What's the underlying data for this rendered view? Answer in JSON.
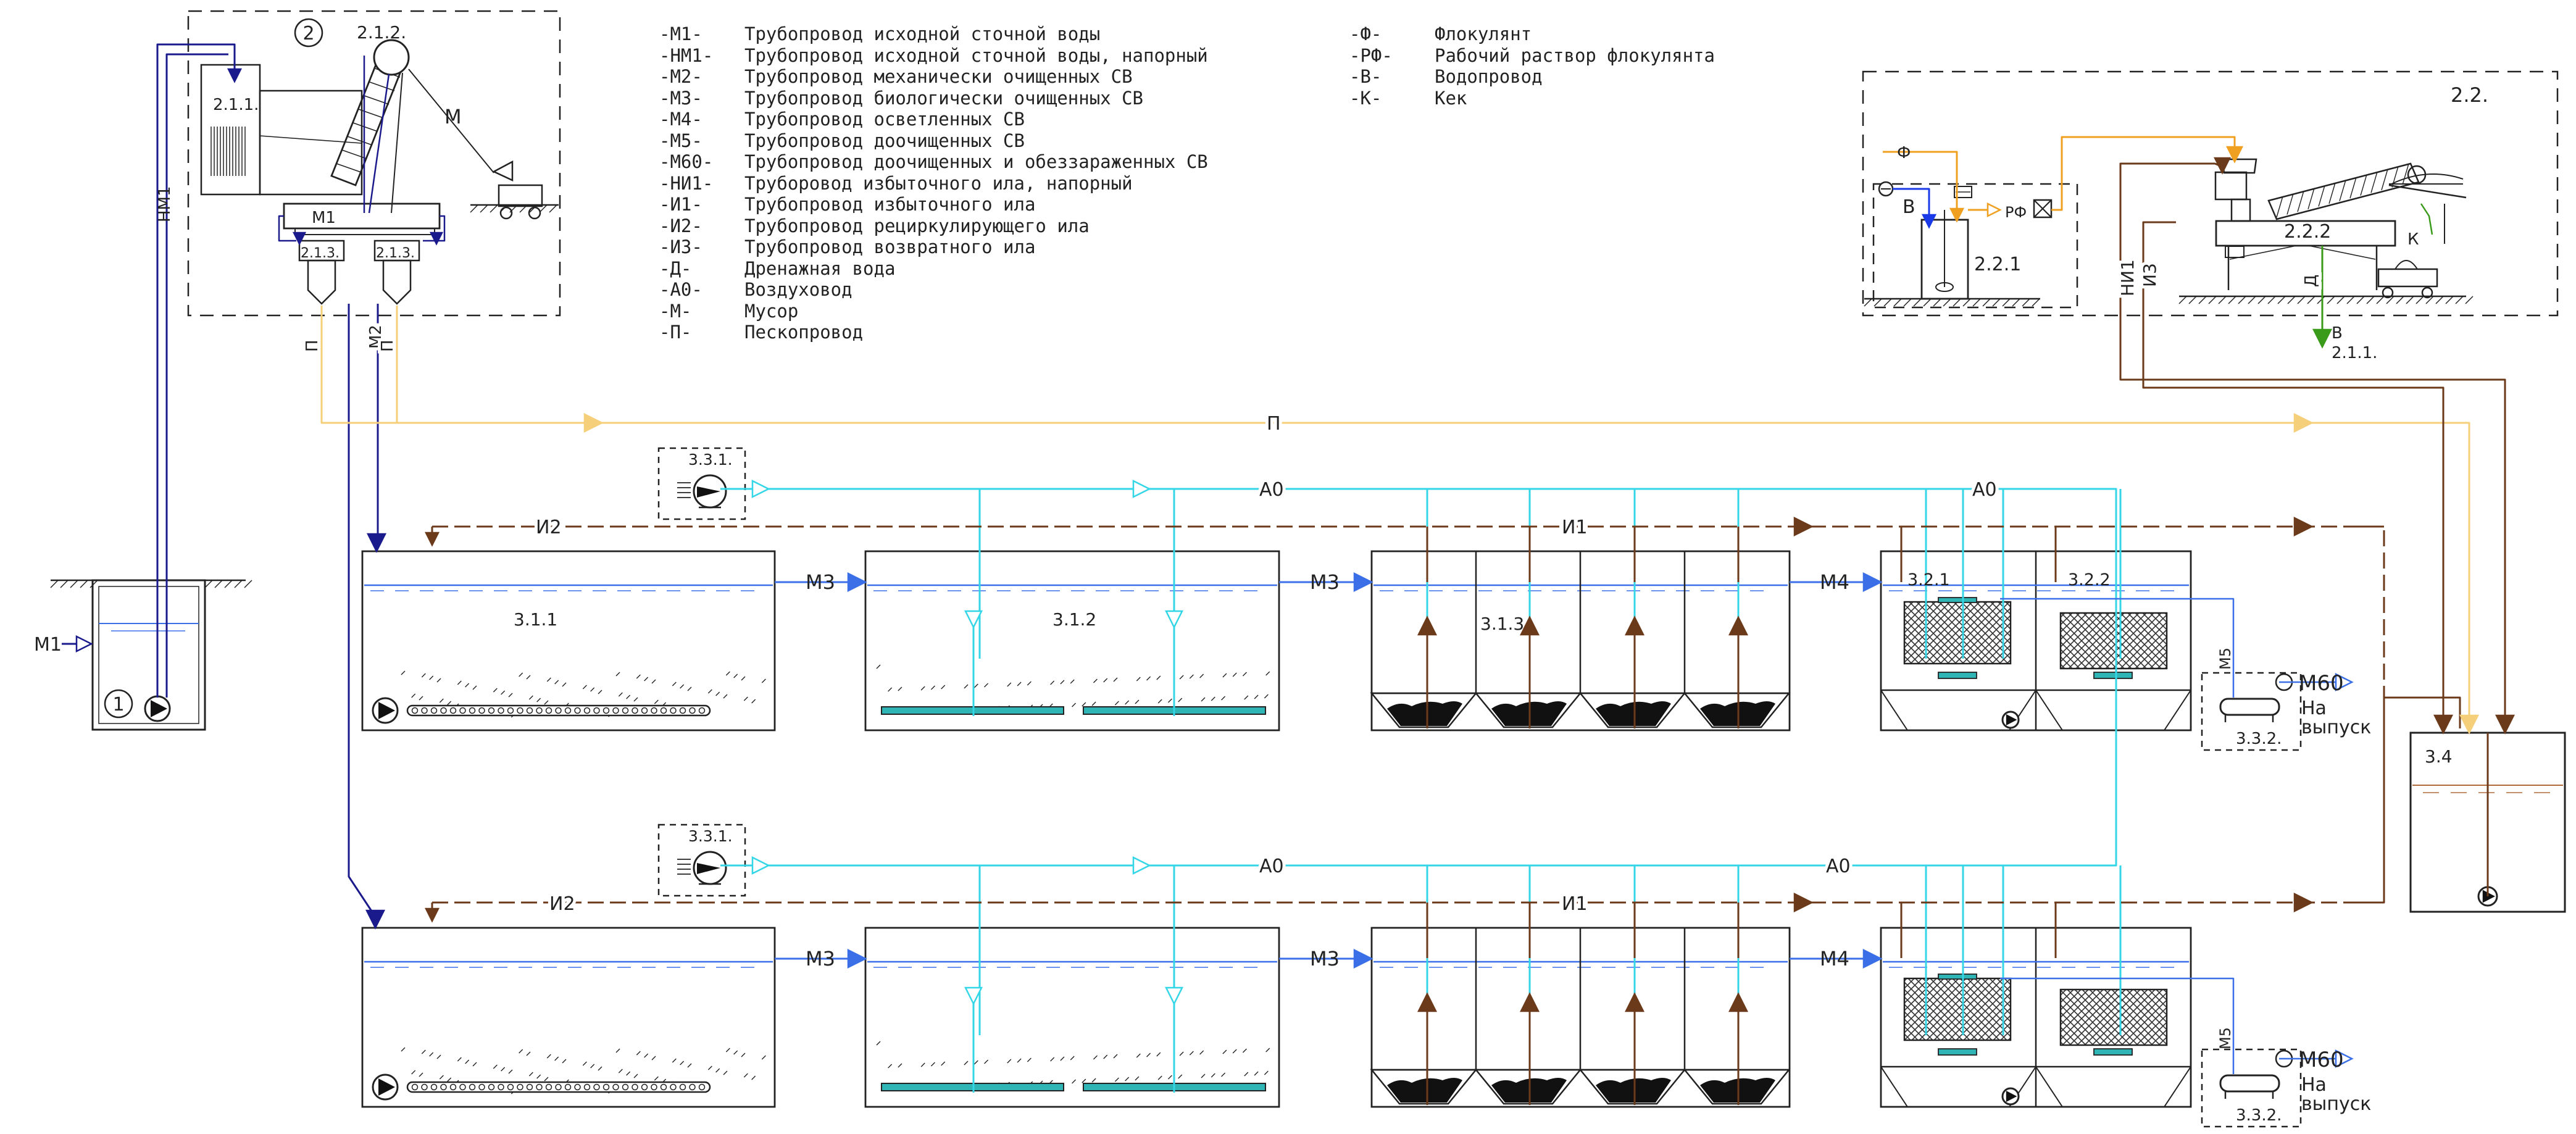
{
  "legend_left": [
    {
      "code": "-М1-",
      "text": "Трубопровод исходной сточной воды"
    },
    {
      "code": "-НМ1-",
      "text": "Трубопровод исходной сточной воды, напорный"
    },
    {
      "code": "-М2-",
      "text": "Трубопровод механически очищенных СВ"
    },
    {
      "code": "-М3-",
      "text": "Трубопровод биологически очищенных СВ"
    },
    {
      "code": "-М4-",
      "text": "Трубопровод осветленных СВ"
    },
    {
      "code": "-М5-",
      "text": "Трубопровод доочищенных СВ"
    },
    {
      "code": "-М60-",
      "text": "Трубопровод доочищенных и обеззараженных СВ"
    },
    {
      "code": "-НИ1-",
      "text": "Труборовод избыточного ила, напорный"
    },
    {
      "code": "-И1-",
      "text": "Трубопровод избыточного ила"
    },
    {
      "code": "-И2-",
      "text": "Трубопровод рециркулирующего ила"
    },
    {
      "code": "-И3-",
      "text": "Трубопровод возвратного ила"
    },
    {
      "code": "-Д-",
      "text": "Дренажная вода"
    },
    {
      "code": "-А0-",
      "text": "Воздуховод"
    },
    {
      "code": "-М-",
      "text": "Мусор"
    },
    {
      "code": "-П-",
      "text": "Пескопровод"
    }
  ],
  "legend_right": [
    {
      "code": "-Ф-",
      "text": "Флокулянт"
    },
    {
      "code": "-РФ-",
      "text": "Рабочий раствор флокулянта"
    },
    {
      "code": "-В-",
      "text": "Водопровод"
    },
    {
      "code": "-К-",
      "text": "Кек"
    }
  ],
  "equipment": {
    "n1": "1",
    "n2": "2",
    "e211": "2.1.1.",
    "e212": "2.1.2.",
    "e213": "2.1.3.",
    "e22": "2.2.",
    "e221": "2.2.1",
    "e222": "2.2.2",
    "e211_ref": "2.1.1.",
    "e311": "3.1.1",
    "e312": "3.1.2",
    "e313": "3.1.3",
    "e321": "3.2.1",
    "e322": "3.2.2",
    "e331": "3.3.1.",
    "e332": "3.3.2.",
    "e34": "3.4"
  },
  "pipes": {
    "m1": "М1",
    "nm1": "НМ1",
    "m2": "М2",
    "m3": "М3",
    "m4": "М4",
    "m5": "М5",
    "m60": "М60",
    "ni1": "НИ1",
    "i1": "И1",
    "i2": "И2",
    "i3": "И3",
    "d": "Д",
    "a0": "А0",
    "m": "М",
    "p": "П",
    "f": "Ф",
    "rf": "РФ",
    "v": "В",
    "k": "К"
  },
  "outlet_label": [
    "На",
    "выпуск"
  ],
  "colors": {
    "raw_water": "#1a1a8c",
    "treated_water": "#3a6fe8",
    "air": "#33d6e6",
    "sludge": "#6b3a1a",
    "sand": "#f5cf7a",
    "flocculant": "#f0a020",
    "drain": "#3a9a1a",
    "water_supply": "#1a3ae8",
    "media": "#2fb5b5",
    "line": "#222222"
  }
}
